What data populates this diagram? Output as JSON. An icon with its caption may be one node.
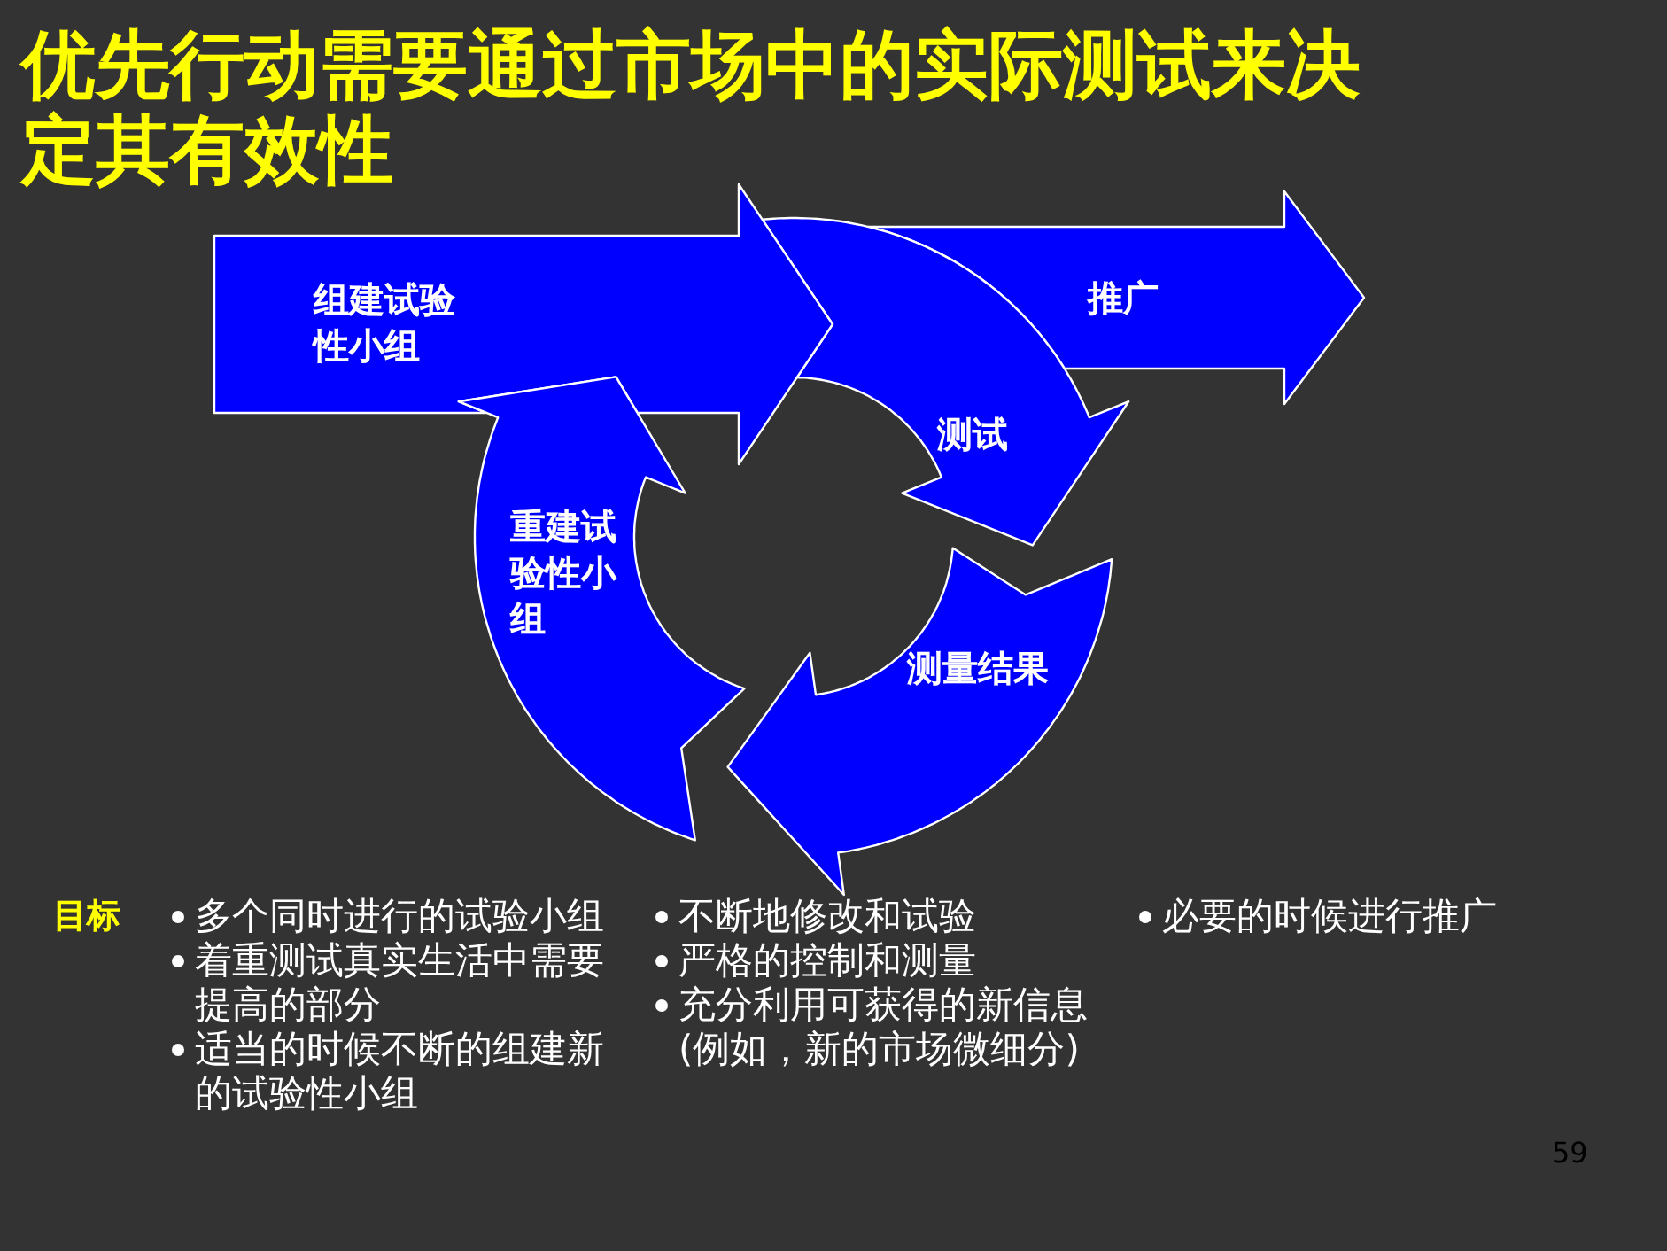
{
  "diagram": {
    "title": "优先行动需要通过市场中的实际测试来决定其有效性",
    "nodes": [
      {
        "text": [
          "组建试验性小组"
        ]
      },
      {
        "text": [
          "推广"
        ]
      },
      {
        "text": [
          "测试"
        ]
      },
      {
        "text": [
          "重建试验性小组"
        ]
      },
      {
        "text": [
          "测量结果"
        ]
      }
    ],
    "labels": [
      "目标",
      "多个同时进行的试验小组",
      "着重测试真实生活中需要提高的部分",
      "适当的时候不断的组建新的试验性小组",
      "不断地修改和试验",
      "严格的控制和测量",
      "充分利用可获得的新信息(例如，新的市场微细分)",
      "必要的时候进行推广",
      "59"
    ]
  }
}
